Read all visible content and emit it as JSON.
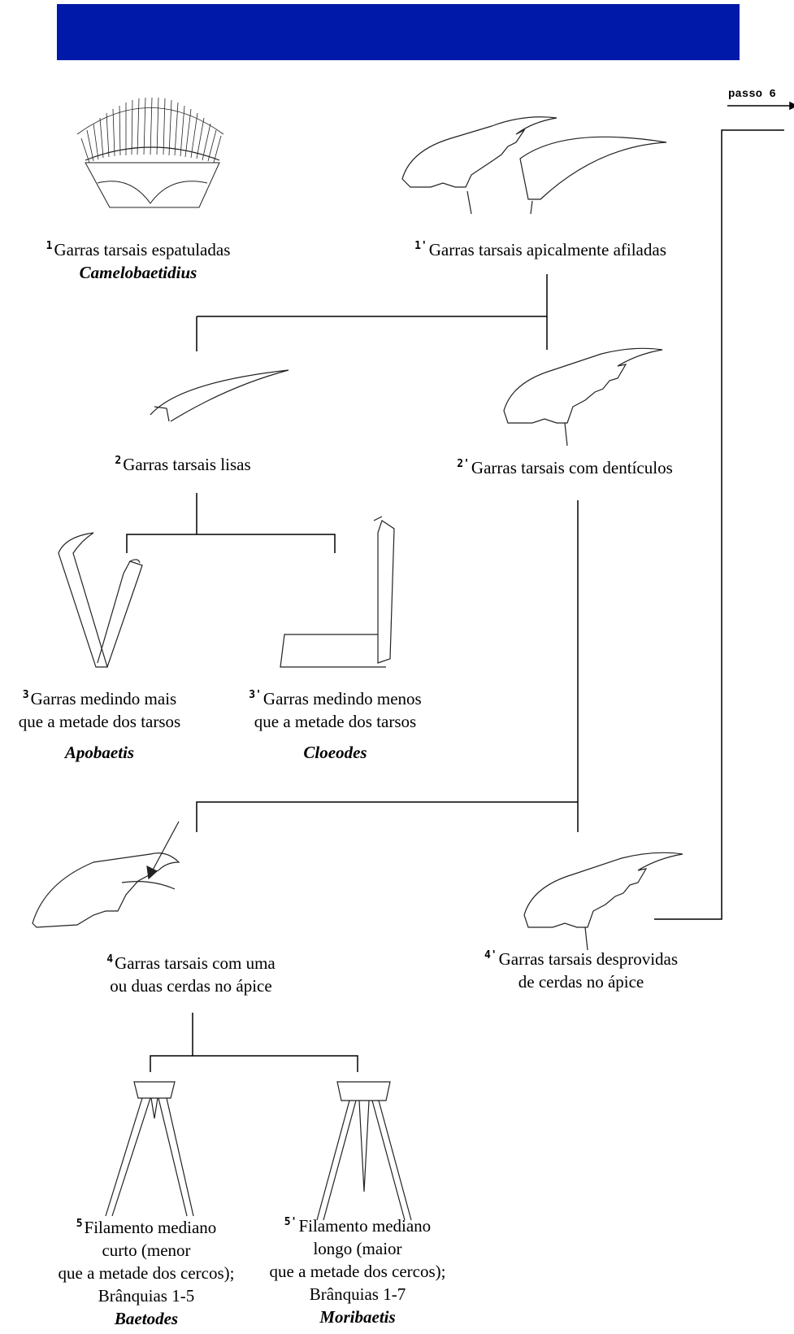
{
  "header": {
    "banner_color": "#0019a8"
  },
  "nav": {
    "next_step_label": "passo 6"
  },
  "couplets": {
    "c1": {
      "num": "1",
      "text": "Garras tarsais espatuladas",
      "taxon": "Camelobaetidius"
    },
    "c1p": {
      "num": "1'",
      "text": "Garras tarsais apicalmente afiladas"
    },
    "c2": {
      "num": "2",
      "text": "Garras tarsais lisas"
    },
    "c2p": {
      "num": "2'",
      "text": "Garras tarsais com dentículos"
    },
    "c3": {
      "num": "3",
      "line1": "Garras medindo mais",
      "line2": "que a metade dos tarsos",
      "taxon": "Apobaetis"
    },
    "c3p": {
      "num": "3'",
      "line1": "Garras medindo menos",
      "line2": "que a metade dos tarsos",
      "taxon": "Cloeodes"
    },
    "c4": {
      "num": "4",
      "line1": "Garras tarsais com uma",
      "line2": "ou duas cerdas no ápice"
    },
    "c4p": {
      "num": "4'",
      "line1": "Garras tarsais desprovidas",
      "line2": "de cerdas no ápice"
    },
    "c5": {
      "num": "5",
      "line1": "Filamento mediano",
      "line2": "curto (menor",
      "line3": "que a metade dos cercos);",
      "line4": "Brânquias 1-5",
      "taxon": "Baetodes"
    },
    "c5p": {
      "num": "5'",
      "line1": "Filamento mediano",
      "line2": "longo (maior",
      "line3": "que a metade dos cercos);",
      "line4": "Brânquias 1-7",
      "taxon": "Moribaetis"
    }
  }
}
